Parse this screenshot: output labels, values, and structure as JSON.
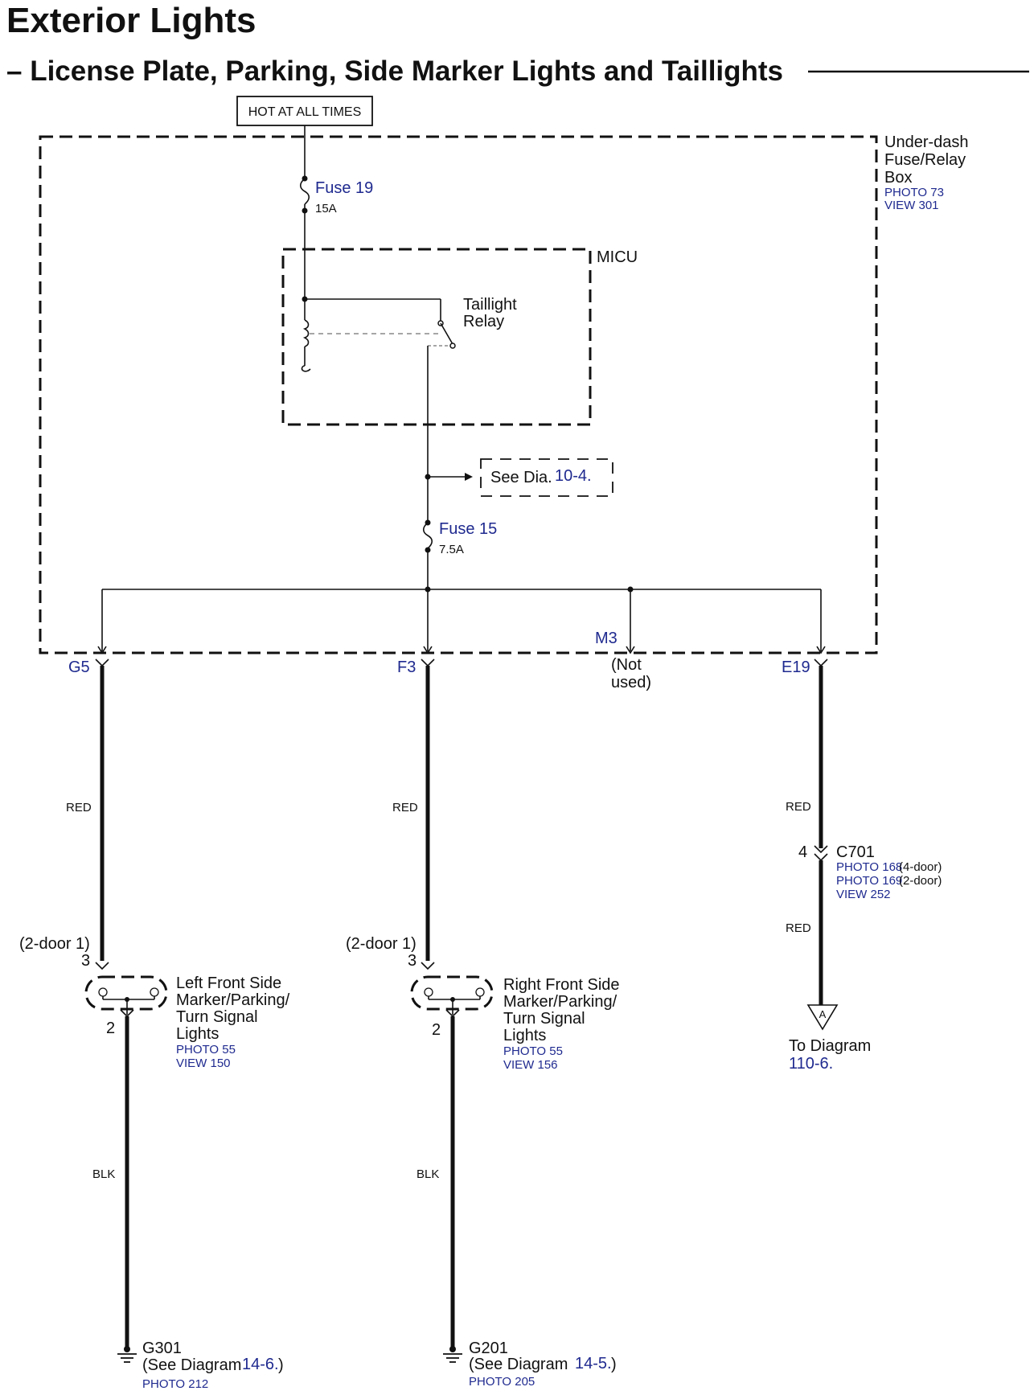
{
  "header": {
    "title": "Exterior Lights",
    "subtitle": "– License Plate, Parking, Side Marker Lights and Taillights"
  },
  "power_source": "HOT AT ALL TIMES",
  "fuse_box": {
    "name_lines": [
      "Under-dash",
      "Fuse/Relay",
      "Box"
    ],
    "photo": "PHOTO 73",
    "view": "VIEW 301"
  },
  "fuse19": {
    "label": "Fuse 19",
    "rating": "15A"
  },
  "micu": {
    "label": "MICU"
  },
  "relay": {
    "lines": [
      "Taillight",
      "Relay"
    ]
  },
  "see_dia": {
    "prefix": "See Dia.",
    "ref": "10-4."
  },
  "fuse15": {
    "label": "Fuse 15",
    "rating": "7.5A"
  },
  "terminals": {
    "g5": "G5",
    "f3": "F3",
    "m3": "M3",
    "m3_note_lines": [
      "(Not",
      "used)"
    ],
    "e19": "E19"
  },
  "wires": {
    "left_upper": "RED",
    "center_upper": "RED",
    "right_upper": "RED",
    "right_lower": "RED",
    "left_lower": "BLK",
    "center_lower": "BLK"
  },
  "c701": {
    "pin": "4",
    "label": "C701",
    "photo1": "PHOTO 168",
    "photo1_note": "(4-door)",
    "photo2": "PHOTO 169",
    "photo2_note": "(2-door)",
    "view": "VIEW 252"
  },
  "left_light": {
    "door_note": "(2-door 1)",
    "pin_top": "3",
    "pin_bottom": "2",
    "name_lines": [
      "Left Front Side",
      "Marker/Parking/",
      "Turn Signal",
      "Lights"
    ],
    "photo": "PHOTO 55",
    "view": "VIEW 150"
  },
  "right_light": {
    "door_note": "(2-door 1)",
    "pin_top": "3",
    "pin_bottom": "2",
    "name_lines": [
      "Right Front Side",
      "Marker/Parking/",
      "Turn Signal",
      "Lights"
    ],
    "photo": "PHOTO 55",
    "view": "VIEW 156"
  },
  "connector_a": {
    "letter": "A",
    "to_label": "To Diagram",
    "ref": "110-6."
  },
  "g301": {
    "label": "G301",
    "see_prefix": "(See Diagram ",
    "see_ref": "14-6.",
    "see_suffix": ")",
    "photo": "PHOTO 212"
  },
  "g201": {
    "label": "G201",
    "see_prefix": "(See Diagram ",
    "see_ref": "14-5.",
    "see_suffix": ")",
    "photo": "PHOTO 205"
  },
  "colors": {
    "ref_blue": "#1f2a8f",
    "box_fill": "#ececec",
    "ink": "#111111"
  }
}
